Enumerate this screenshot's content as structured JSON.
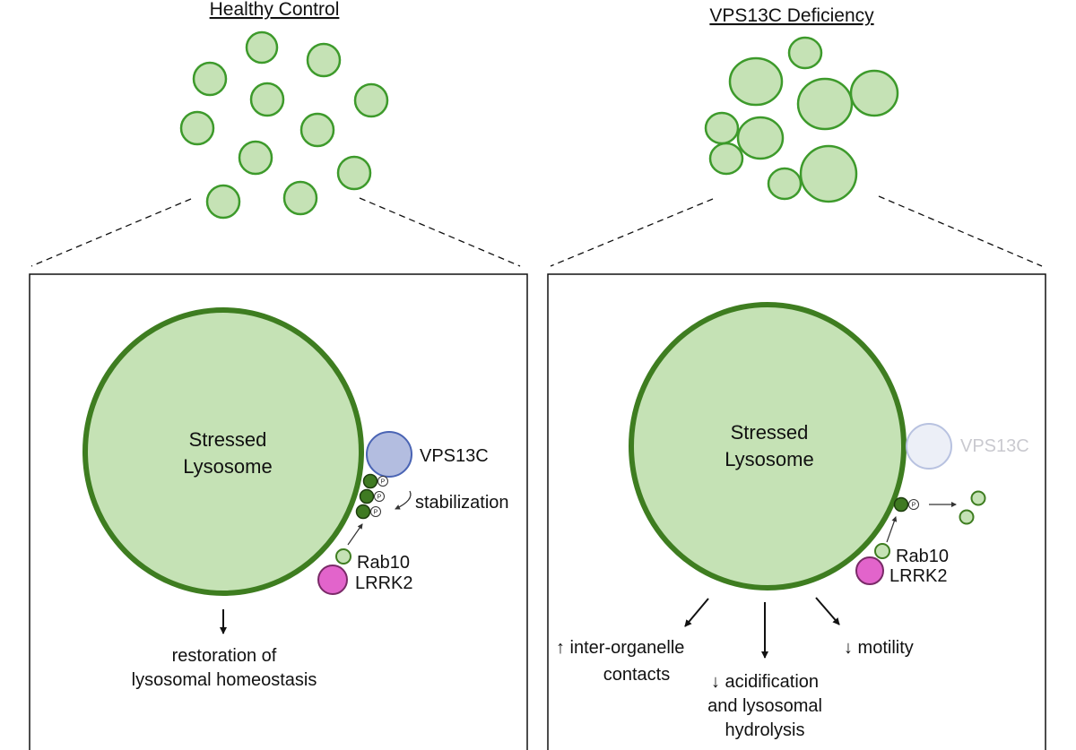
{
  "left_panel": {
    "heading": "Healthy Control",
    "lysosome_label_line1": "Stressed",
    "lysosome_label_line2": "Lysosome",
    "vps13c_label": "VPS13C",
    "stabilization_label": "stabilization",
    "rab10_label": "Rab10",
    "lrrk2_label": "LRRK2",
    "phospho_mark": "P",
    "outcome_line1": "restoration of",
    "outcome_line2": "lysosomal homeostasis"
  },
  "right_panel": {
    "heading": "VPS13C Deficiency",
    "lysosome_label_line1": "Stressed",
    "lysosome_label_line2": "Lysosome",
    "vps13c_label": "VPS13C",
    "rab10_label": "Rab10",
    "lrrk2_label": "LRRK2",
    "phospho_mark": "P",
    "outcome_contacts_line1": "↑ inter-organelle",
    "outcome_contacts_line2": "contacts",
    "outcome_acid_line1": "↓ acidification",
    "outcome_acid_line2": "and lysosomal",
    "outcome_acid_line3": "hydrolysis",
    "outcome_motility": "↓ motility"
  },
  "colors": {
    "lysosome_fill": "#c5e2b5",
    "lysosome_stroke": "#3e7d20",
    "small_lysosome_stroke": "#3d9a2b",
    "vps13c_fill": "#b3bde0",
    "vps13c_stroke": "#4a64b4",
    "lrrk2_fill": "#e264cb",
    "rab10_dark": "#3f7a22",
    "line": "#111111"
  }
}
